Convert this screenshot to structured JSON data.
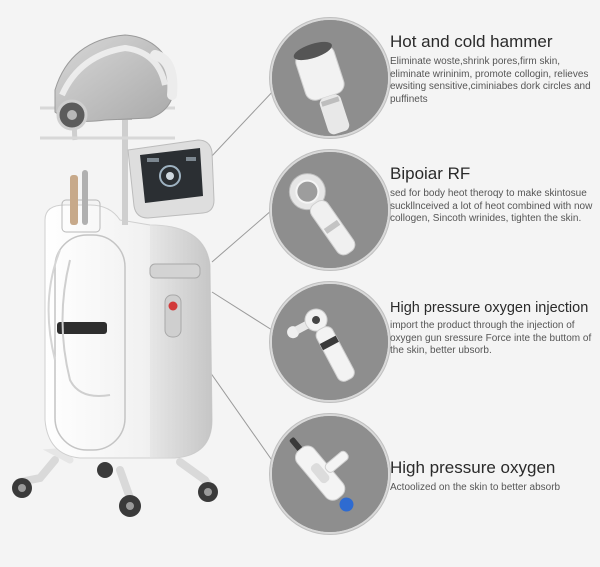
{
  "features": [
    {
      "title": "Hot and cold hammer",
      "description": "Eliminate woste,shrink pores,firm skin, eliminate wrininim, promote collogin, relieves ewsiting sensitive,ciminiabes dork circles and puffinets",
      "icon": "hot-cold-hammer-handpiece"
    },
    {
      "title": "Bipoiar RF",
      "description": "sed for body heot theroqy to make skintosue suckllnceived a lot of heot combined with now collogen, Sincoth wrinides, tighten the skin.",
      "icon": "bipolar-rf-handpiece"
    },
    {
      "title": "High pressure oxygen injection",
      "description": "import the product through the injection of oxygen gun sressure Force inte the buttom of the skin, better ubsorb.",
      "icon": "oxygen-injection-handpiece"
    },
    {
      "title": "High pressure oxygen",
      "description": "Actoolized on the skin to better absorb",
      "icon": "oxygen-spray-gun"
    }
  ],
  "colors": {
    "background": "#f4f4f4",
    "circle": "#8e8e8e",
    "machine_body": "#eeeeee",
    "accent_red": "#d23a3a",
    "screen": "#2b2f33"
  }
}
